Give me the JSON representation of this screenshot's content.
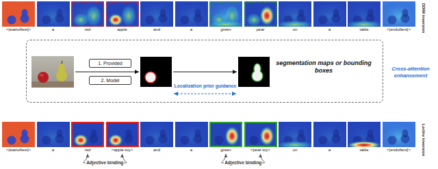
{
  "diagram": {
    "nodes": [
      {
        "text": [
          "<|startoftext|>"
        ]
      },
      {
        "text": [
          "a"
        ]
      },
      {
        "text": [
          "red"
        ]
      },
      {
        "text": [
          "apple"
        ]
      },
      {
        "text": [
          "and"
        ]
      },
      {
        "text": [
          "a"
        ]
      },
      {
        "text": [
          "green"
        ]
      },
      {
        "text": [
          "pear"
        ]
      },
      {
        "text": [
          "on"
        ]
      },
      {
        "text": [
          "a"
        ]
      },
      {
        "text": [
          "table"
        ]
      },
      {
        "text": [
          "<|endoftext|>"
        ]
      },
      {
        "text": [
          "segmentation maps or bounding boxes"
        ]
      },
      {
        "text": [
          "<|startoftext|>"
        ]
      },
      {
        "text": [
          "a"
        ]
      },
      {
        "text": [
          "red"
        ]
      },
      {
        "text": [
          "<apple-toy>"
        ]
      },
      {
        "text": [
          "and"
        ]
      },
      {
        "text": [
          "a"
        ]
      },
      {
        "text": [
          "green"
        ]
      },
      {
        "text": [
          "<pear-toy>"
        ]
      },
      {
        "text": [
          "on"
        ]
      },
      {
        "text": [
          "a"
        ]
      },
      {
        "text": [
          "table"
        ]
      },
      {
        "text": [
          "<|endoftext|>"
        ]
      }
    ],
    "edges": [
      {
        "from": 15,
        "to": 16,
        "arrow": "both",
        "label": "Adjective binding"
      },
      {
        "from": 19,
        "to": 20,
        "arrow": "both",
        "label": "Adjective binding"
      }
    ],
    "labels": [
      "DDIM inversion",
      "1. Provided",
      "2. Model",
      "Localization prior guidance",
      "Cross-attention enhancement",
      "LocInv inversion"
    ]
  }
}
